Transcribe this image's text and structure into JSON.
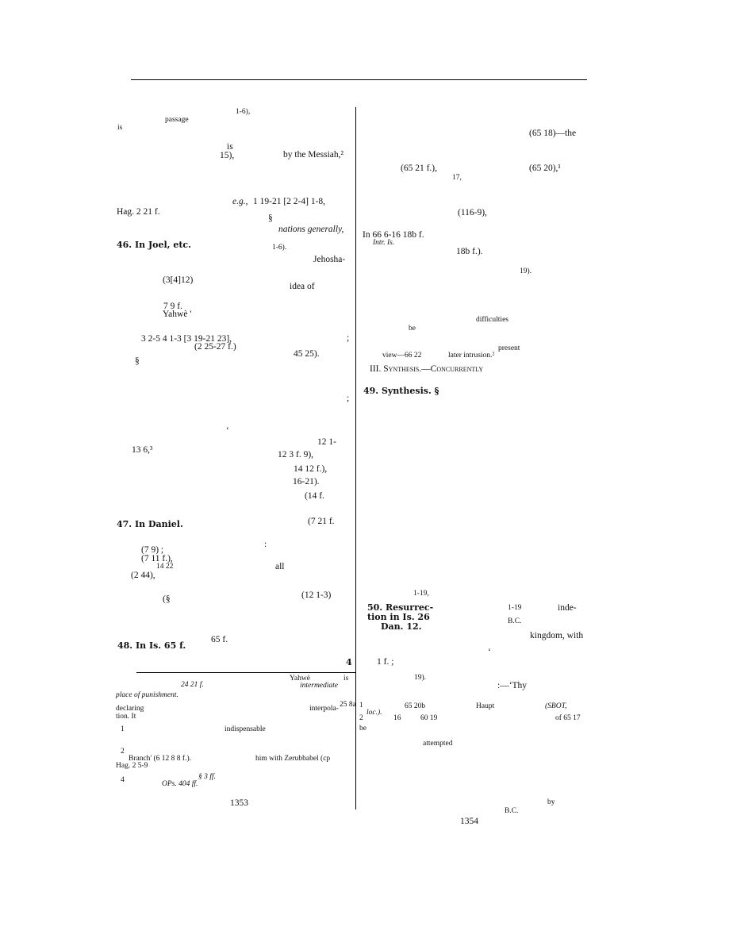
{
  "left": [
    "1-6),",
    "passage",
    "is",
    "is",
    "15),",
    "by the Messiah,²",
    "e.g.,",
    "1 19-21 [2 2-4]   1-8,",
    "Hag. 2 21 f.",
    "§",
    "nations generally,",
    "1-6).",
    "Jehosha-",
    "(3[4]12)",
    "idea of",
    "7 9 f.",
    "Yahwè '",
    "3 2-5 4 1-3   [3 19-21 23],",
    ";",
    "(2 25-27       f.)",
    "45 25).",
    "§",
    ";",
    "‘",
    "12 1-",
    "13 6,³",
    "12 3 f. 9),",
    "14 12 f.),",
    "16-21).",
    "(14 f.",
    "(7 21 f.",
    ":",
    "(7 9) ;",
    "(7 11 f.),",
    "14 22",
    "all",
    "(2 44),",
    "(12 1-3)",
    "(§",
    "65 f.",
    "4"
  ],
  "headings": {
    "joel": "46. In Joel, etc.",
    "daniel": "47. In Daniel.",
    "isaiah": "48. In Is. 65 f.",
    "synthesis": "49. Synthesis. §",
    "resurrection_1": "50. Resurrec-",
    "resurrection_2": "tion in Is. 26",
    "resurrection_3": "Dan. 12."
  },
  "left_notes": [
    "Yahwè",
    "is",
    "24 21 f.",
    "intermediate",
    "place of punishment.",
    "25 8a",
    "declaring",
    "interpola-",
    "tion.  It",
    "1",
    "indispensable",
    "2",
    "Branch' (6 12 8 8 f.).",
    "him with Zerubbabel (cp",
    "Hag. 2 5-9",
    "4",
    "§ 3 ff.",
    "OPs. 404 ff."
  ],
  "right": [
    "(65 18)—the",
    "(65 21 f.),",
    "(65 20),¹",
    "17,",
    "(116-9),",
    "In 66 6-16 18b f.",
    "Intr. Is.",
    "18b f.).",
    "19).",
    "difficulties",
    "be",
    "present",
    "view—66 22",
    "later intrusion.²",
    "III. Synthesis.—Concurrently",
    "1-19,",
    "1-19",
    "inde-",
    "B.C.",
    "kingdom, with",
    "‘",
    "1 f.  ;",
    "19).",
    ":—‘Thy"
  ],
  "right_notes": [
    "1",
    "65 20b",
    "Haupt",
    "(SBOT,",
    "loc.).",
    "2",
    "16",
    "60 19",
    "of 65 17",
    "be",
    "attempted",
    "by",
    "B.C."
  ],
  "page_numbers": {
    "left": "1353",
    "right": "1354"
  }
}
